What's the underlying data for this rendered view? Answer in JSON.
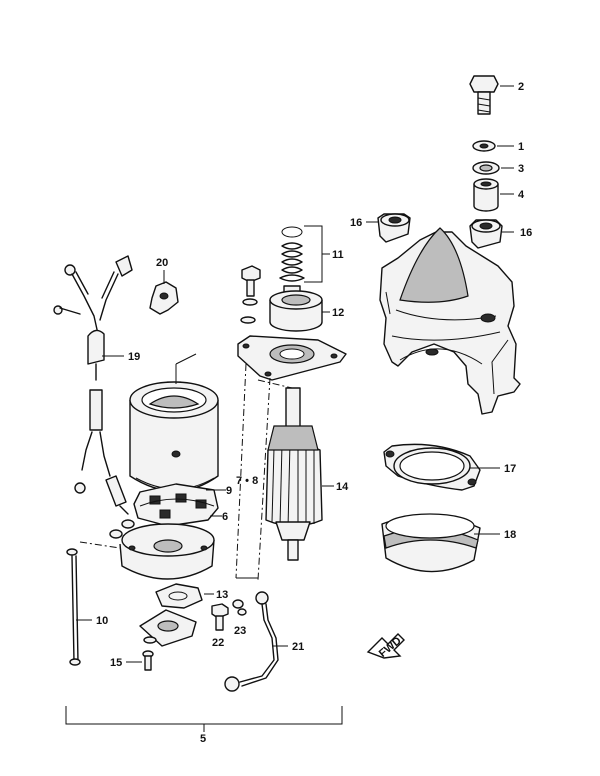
{
  "callouts": {
    "c1": "1",
    "c2": "2",
    "c3": "3",
    "c4": "4",
    "c5": "5",
    "c6": "6",
    "c7_8": "7 • 8",
    "c9": "9",
    "c10": "10",
    "c11": "11",
    "c12": "12",
    "c13": "13",
    "c14": "14",
    "c15": "15",
    "c16a": "16",
    "c16b": "16",
    "c17": "17",
    "c18": "18",
    "c19": "19",
    "c20": "20",
    "c21": "21",
    "c22": "22",
    "c23": "23"
  },
  "direction_marker": {
    "label": "FWD"
  }
}
